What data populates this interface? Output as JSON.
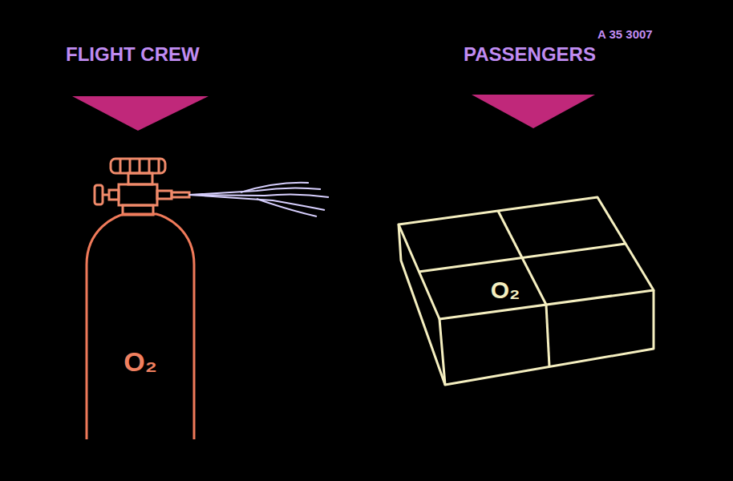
{
  "diagram": {
    "nodes": [
      {
        "text": [
          "O₂"
        ]
      },
      {
        "text": [
          "O₂"
        ]
      }
    ],
    "labels": [
      "FLIGHT CREW",
      "PASSENGERS",
      "A 35 3007"
    ]
  }
}
